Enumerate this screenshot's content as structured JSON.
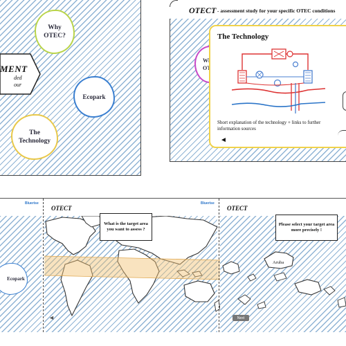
{
  "top_left": {
    "bubbles": {
      "why_otec": "Why OTEC?",
      "ecopark": "Ecopark",
      "technology": "The Technology"
    },
    "arrow_title": "MENT",
    "arrow_sub_1": "ded",
    "arrow_sub_2": "our"
  },
  "top_right": {
    "logo": "OTECT",
    "header_subtitle": "- assessment study for your specific OTEC conditions",
    "popup_title": "The Technology",
    "popup_description": "Short explanation of the technology + links to further information sources",
    "back_arrow": "◄",
    "partial_bubble_1": "Wh",
    "partial_bubble_2": "OT"
  },
  "bottom_left": {
    "brand": "Bluerise",
    "ecopark": "Ecopark"
  },
  "bottom_middle": {
    "logo": "OTECT",
    "brand": "Bluerise",
    "question": "What is the target area you want to assess ?",
    "back_arrow": "◄"
  },
  "bottom_right": {
    "logo": "OTECT",
    "instruction": "Please select your target area more precisely !",
    "island_label": "Aruba",
    "next_button": "Next"
  },
  "colors": {
    "hatch": "#8fb3d4",
    "popup_border": "#f0d24a",
    "why_bubble_border": "#b9d44a",
    "tech_bubble_border": "#e8c84a",
    "eco_bubble_border": "#3a7fd0",
    "target_band": "#f2c070",
    "brand": "#2a74c8"
  }
}
